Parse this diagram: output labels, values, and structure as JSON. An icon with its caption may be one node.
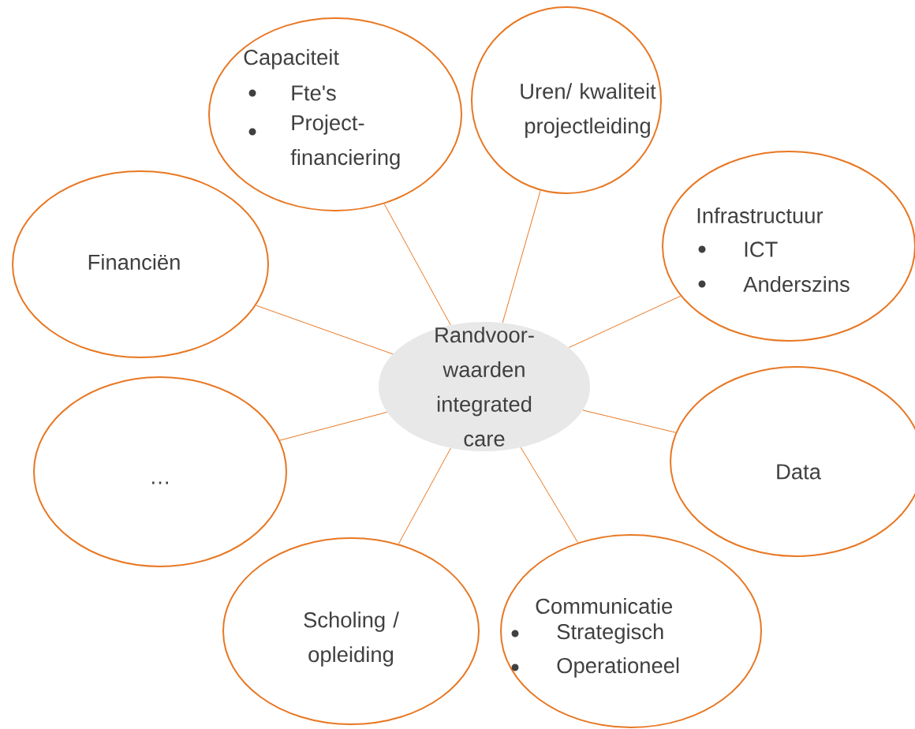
{
  "diagram": {
    "nodes": [
      {
        "text": [
          "Randvoor-waarden integrated care"
        ]
      },
      {
        "text": [
          "Capaciteit",
          "Fte's",
          "Project-financiering"
        ]
      },
      {
        "text": [
          "Uren/ kwaliteit projectleiding"
        ]
      },
      {
        "text": [
          "Financiën"
        ]
      },
      {
        "text": [
          "Infrastructuur",
          "ICT",
          "Anderszins"
        ]
      },
      {
        "text": [
          "…"
        ]
      },
      {
        "text": [
          "Data"
        ]
      },
      {
        "text": [
          "Scholing / opleiding"
        ]
      },
      {
        "text": [
          "Communicatie",
          "Strategisch",
          "Operationeel"
        ]
      }
    ],
    "edges": [
      {
        "from": 0,
        "to": 1,
        "arrow": "none"
      },
      {
        "from": 0,
        "to": 2,
        "arrow": "none"
      },
      {
        "from": 0,
        "to": 3,
        "arrow": "none"
      },
      {
        "from": 0,
        "to": 4,
        "arrow": "none"
      },
      {
        "from": 0,
        "to": 5,
        "arrow": "none"
      },
      {
        "from": 0,
        "to": 6,
        "arrow": "none"
      },
      {
        "from": 0,
        "to": 7,
        "arrow": "none"
      },
      {
        "from": 0,
        "to": 8,
        "arrow": "none"
      }
    ]
  }
}
